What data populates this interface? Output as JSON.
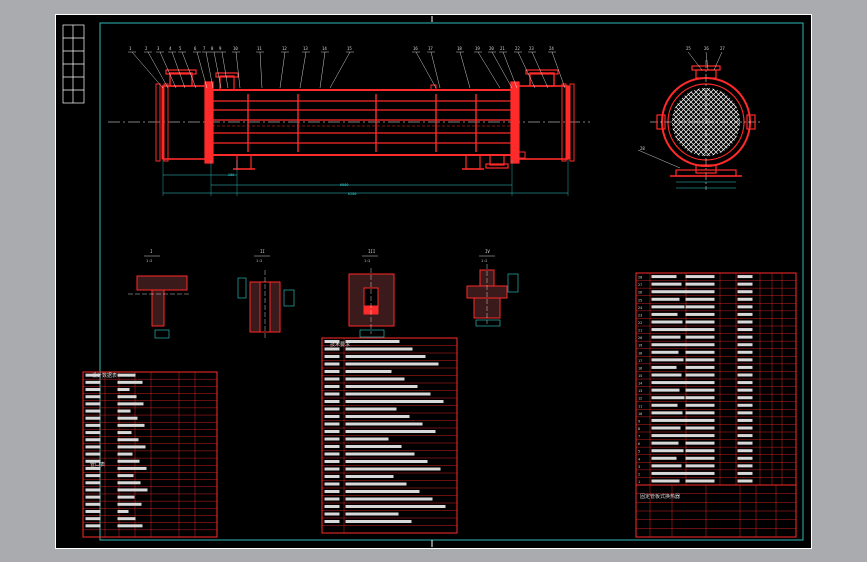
{
  "theme": {
    "background": "#a9abae",
    "sheet": "#000000",
    "border": "#ffffff",
    "frame": "#2fb8b8",
    "vessel": "#ff2a2a",
    "centerline": "#ffffff",
    "dimension": "#2fd1d1",
    "text": "#d8d8d8",
    "table_line": "#ff2a2a"
  },
  "main_view": {
    "part_numbers": [
      "1",
      "2",
      "3",
      "4",
      "5",
      "6",
      "7",
      "8",
      "9",
      "10",
      "11",
      "12",
      "13",
      "14",
      "15",
      "16",
      "17",
      "18",
      "19",
      "20",
      "21",
      "22",
      "23",
      "24"
    ],
    "dims": [
      "200",
      "6000",
      "6200"
    ]
  },
  "section_view": {
    "numbers": [
      "25",
      "26",
      "27",
      "28"
    ]
  },
  "details": [
    {
      "title": "I",
      "scale": "1:2"
    },
    {
      "title": "II",
      "scale": "1:2"
    },
    {
      "title": "III",
      "scale": "1:2"
    },
    {
      "title": "IV",
      "scale": "1:2"
    }
  ],
  "center_table": {
    "title": "技术要求"
  },
  "left_table": {
    "title": "设计数据表",
    "subtitle": "管口表"
  },
  "parts_list": {
    "row_numbers": [
      "28",
      "27",
      "26",
      "25",
      "24",
      "23",
      "22",
      "21",
      "20",
      "19",
      "18",
      "17",
      "16",
      "15",
      "14",
      "13",
      "12",
      "11",
      "10",
      "9",
      "8",
      "7",
      "6",
      "5",
      "4",
      "3",
      "2",
      "1"
    ],
    "title": "固定管板式换热器"
  }
}
